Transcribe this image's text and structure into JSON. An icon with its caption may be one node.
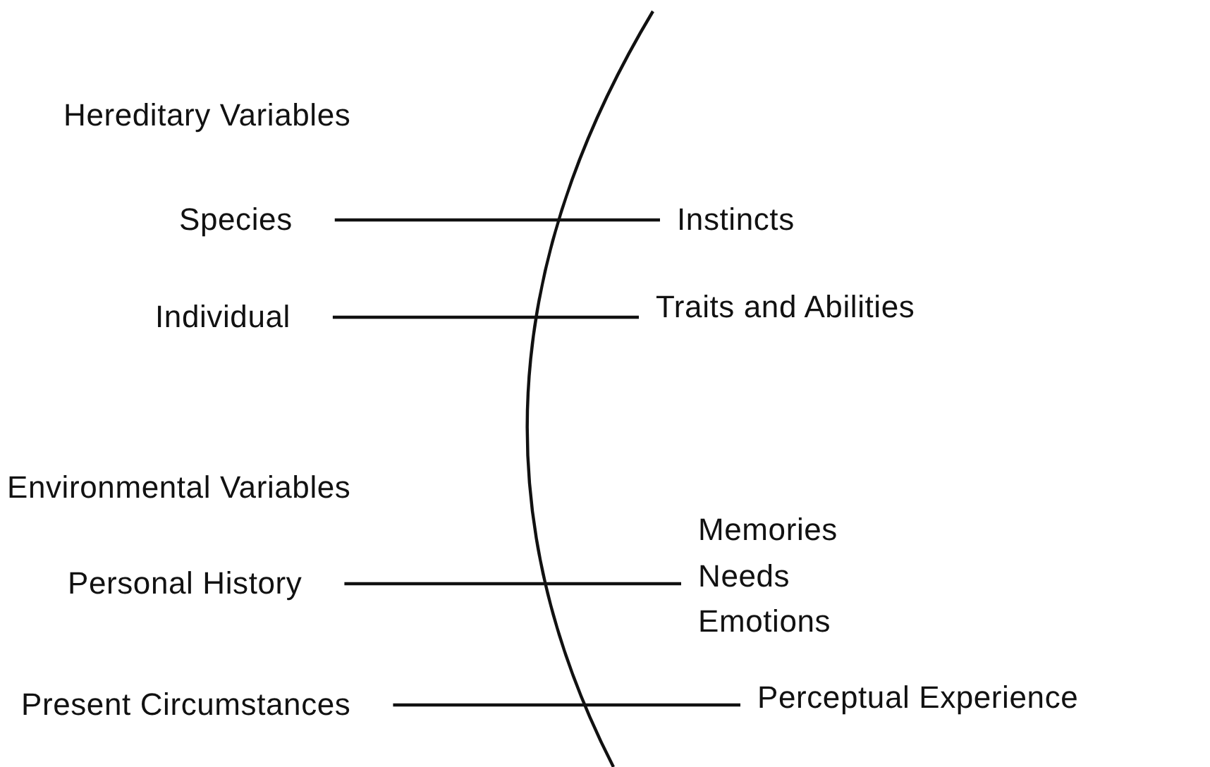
{
  "diagram": {
    "nodes": [
      {
        "text": [
          "Species"
        ]
      },
      {
        "text": [
          "Instincts"
        ]
      },
      {
        "text": [
          "Individual"
        ]
      },
      {
        "text": [
          "Traits and Abilities"
        ]
      },
      {
        "text": [
          "Personal History"
        ]
      },
      {
        "text": [
          "Memories Needs Emotions"
        ]
      },
      {
        "text": [
          "Present Circumstances"
        ]
      },
      {
        "text": [
          "Perceptual Experience"
        ]
      }
    ],
    "edges": [
      {
        "from": 0,
        "to": 1,
        "arrow": "none"
      },
      {
        "from": 2,
        "to": 3,
        "arrow": "none"
      },
      {
        "from": 4,
        "to": 5,
        "arrow": "none"
      },
      {
        "from": 6,
        "to": 7,
        "arrow": "none"
      }
    ],
    "labels": [
      "Hereditary Variables",
      "Environmental Variables"
    ]
  }
}
